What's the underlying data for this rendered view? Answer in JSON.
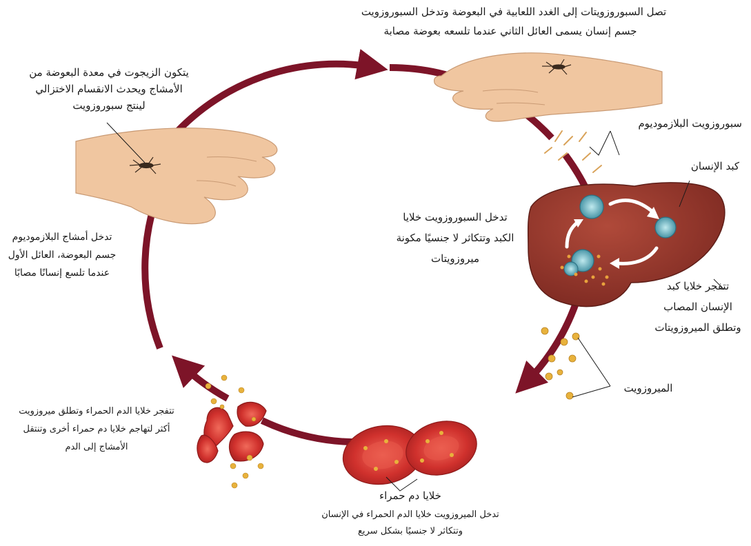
{
  "labels": {
    "top_line1": "تصل السبوروزويتات إلى الغدد اللعابية في البعوضة وتدخل السبوروزويت",
    "top_line2": "جسم إنسان يسمى العائل الثاني عندما تلسعه بعوضة مصابة",
    "zygote_line1": "يتكون الزيجوت في معدة البعوضة من",
    "zygote_line2": "الأمشاج ويحدث الانقسام الاختزالي",
    "zygote_line3": "لينتج سبوروزويت",
    "sporozoite": "سبوروزويت البلازموديوم",
    "liver": "كبد الإنسان",
    "liver_inner_line1": "تدخل السبوروزويت خلايا",
    "liver_inner_line2": "الكبد وتتكاثر لا جنسيًا مكونة",
    "liver_inner_line3": "ميروزويتات",
    "liver_burst_line1": "تتفجر خلايا كبد",
    "liver_burst_line2": "الإنسان المصاب",
    "liver_burst_line3": "وتطلق الميروزويتات",
    "gametes_line1": "تدخل أمشاج البلازموديوم",
    "gametes_line2": "جسم البعوضة، العائل الأول",
    "gametes_line3": "عندما تلسع إنسانًا مصابًا",
    "merozoite": "الميروزويت",
    "rbc_burst_line1": "تتفجر خلايا الدم الحمراء وتطلق ميروزويت",
    "rbc_burst_line2": "أكثر لتهاجم خلايا دم حمراء أخرى وتنتقل",
    "rbc_burst_line3": "الأمشاج إلى الدم",
    "rbc_title": "خلايا دم حمراء",
    "rbc_line1": "تدخل الميروزويت خلايا الدم الحمراء في الإنسان",
    "rbc_line2": "وتتكاثر لا جنسيًا بشكل سريع"
  },
  "colors": {
    "cycle_arrow": "#7d1428",
    "liver": "#9b3a2e",
    "rbc": "#d0312d",
    "skin": "#f0c6a0",
    "merozoite": "#e8b23c"
  }
}
